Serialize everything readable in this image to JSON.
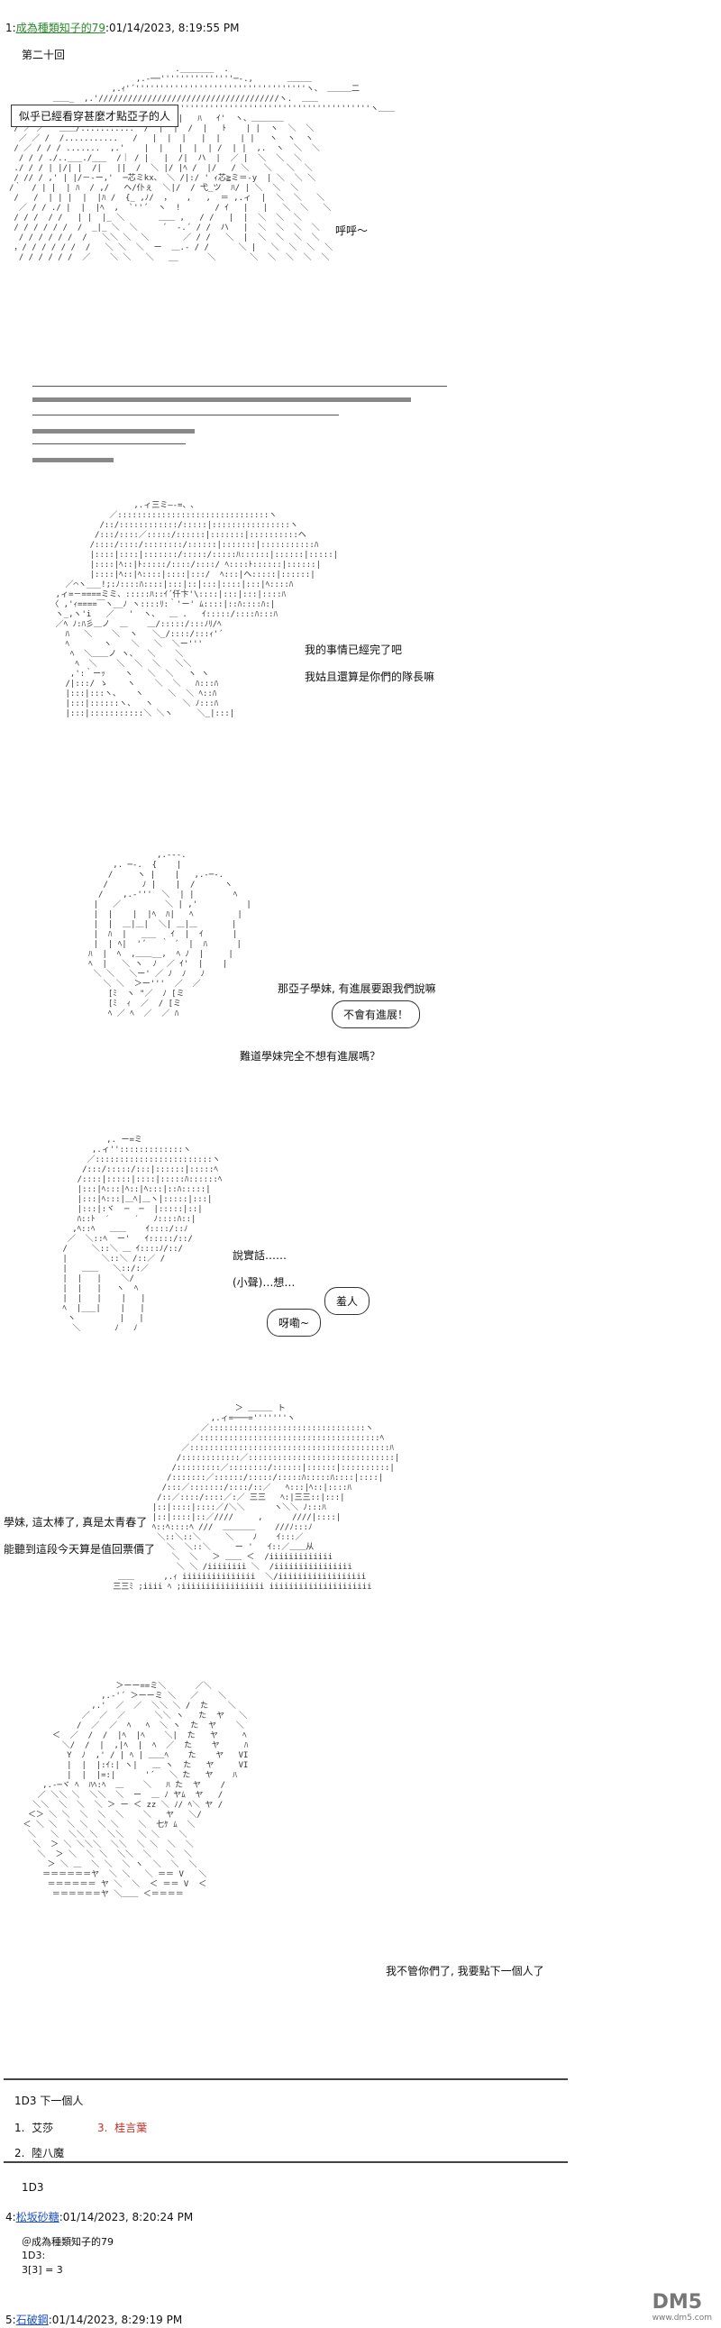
{
  "posts": [
    {
      "number": "1:",
      "name": "成為種類知子的79",
      "date": ":01/14/2023, 8:19:55 PM"
    },
    {
      "number": "4:",
      "name": "松坂砂糖",
      "date": ":01/14/2023, 8:20:24 PM"
    },
    {
      "number": "5:",
      "name": "石破鋼",
      "date": ":01/14/2023, 8:29:19 PM"
    }
  ],
  "chapter": "第二十回",
  "scene1": {
    "box": "似乎已經看穿甚麼才點亞子的人",
    "sfx": "呼呼～"
  },
  "scene2": {
    "line1": "我的事情已經完了吧",
    "line2": "我姑且還算是你們的隊長嘛"
  },
  "scene3": {
    "line1": "那亞子學妹, 有進展要跟我們說嘛",
    "bubble": "不會有進展！",
    "line2": "難道學妹完全不想有進展嗎？"
  },
  "scene4": {
    "line1": "說實話……",
    "line2": "(小聲)…想…",
    "bubble1": "呀嘞~",
    "bubble2": "羞人"
  },
  "scene5": {
    "line1": "學妹, 這太棒了, 真是太青春了",
    "line2": "能聽到這段今天算是值回票價了"
  },
  "scene6": {
    "line1": "我不管你們了, 我要點下一個人了"
  },
  "vote": {
    "title": "1D3 下一個人",
    "options": [
      {
        "num": "1.",
        "label": "艾莎"
      },
      {
        "num": "3.",
        "label": "桂言葉"
      },
      {
        "num": "2.",
        "label": "陸八魔"
      }
    ],
    "footer": "1D3"
  },
  "reply": {
    "mention": "＠成為種類知子的79",
    "roll_label": "1D3:",
    "roll_result": "3[3] = 3"
  },
  "watermark": {
    "logo": "DM5",
    "site": "www.dm5.com"
  },
  "colors": {
    "name_green": "#2a8a2a",
    "name_blue": "#1d4fbf",
    "highlight_red": "#c0302a"
  }
}
